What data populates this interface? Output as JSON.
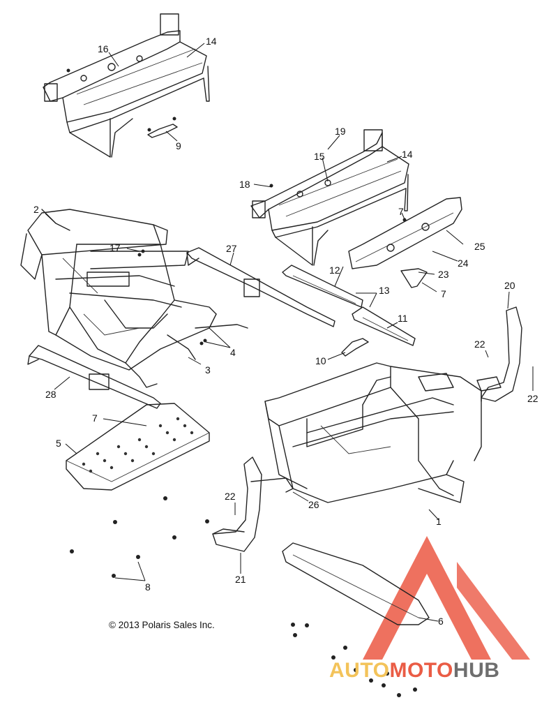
{
  "copyright": "© 2013 Polaris Sales Inc.",
  "watermark": {
    "part1": "AUTO",
    "part2": "MOTO",
    "part3": "HUB",
    "colors": {
      "auto": "#f3c35a",
      "moto": "#ea5c45",
      "hub": "#6e6e6e",
      "triangle": "#e9462f"
    }
  },
  "callouts": [
    {
      "id": "c1",
      "label": "1"
    },
    {
      "id": "c2",
      "label": "2"
    },
    {
      "id": "c3",
      "label": "3"
    },
    {
      "id": "c4",
      "label": "4"
    },
    {
      "id": "c5",
      "label": "5"
    },
    {
      "id": "c6",
      "label": "6"
    },
    {
      "id": "c7a",
      "label": "7"
    },
    {
      "id": "c7b",
      "label": "7"
    },
    {
      "id": "c7c",
      "label": "7"
    },
    {
      "id": "c8",
      "label": "8"
    },
    {
      "id": "c9",
      "label": "9"
    },
    {
      "id": "c10",
      "label": "10"
    },
    {
      "id": "c11",
      "label": "11"
    },
    {
      "id": "c12",
      "label": "12"
    },
    {
      "id": "c13",
      "label": "13"
    },
    {
      "id": "c14a",
      "label": "14"
    },
    {
      "id": "c14b",
      "label": "14"
    },
    {
      "id": "c15",
      "label": "15"
    },
    {
      "id": "c16",
      "label": "16"
    },
    {
      "id": "c17",
      "label": "17"
    },
    {
      "id": "c18",
      "label": "18"
    },
    {
      "id": "c19",
      "label": "19"
    },
    {
      "id": "c20",
      "label": "20"
    },
    {
      "id": "c21",
      "label": "21"
    },
    {
      "id": "c22a",
      "label": "22"
    },
    {
      "id": "c22b",
      "label": "22"
    },
    {
      "id": "c22c",
      "label": "22"
    },
    {
      "id": "c23",
      "label": "23"
    },
    {
      "id": "c24",
      "label": "24"
    },
    {
      "id": "c25",
      "label": "25"
    },
    {
      "id": "c26",
      "label": "26"
    },
    {
      "id": "c27",
      "label": "27"
    },
    {
      "id": "c28",
      "label": "28"
    }
  ]
}
